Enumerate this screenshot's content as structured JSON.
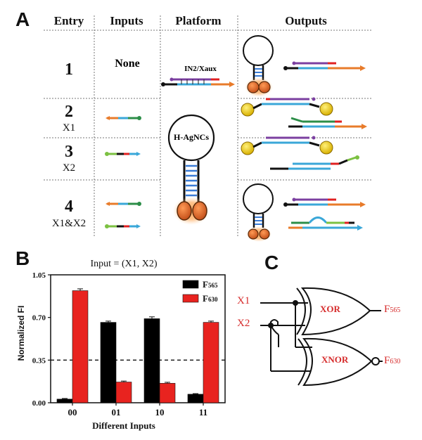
{
  "panel_a": {
    "letter": "A",
    "headers": [
      "Entry",
      "Inputs",
      "Platform",
      "Outputs"
    ],
    "entries": [
      {
        "num": "1",
        "sub": "",
        "inputs_text": "None"
      },
      {
        "num": "2",
        "sub": "X1",
        "inputs_text": ""
      },
      {
        "num": "3",
        "sub": "X2",
        "inputs_text": ""
      },
      {
        "num": "4",
        "sub": "X1&X2",
        "inputs_text": ""
      }
    ],
    "platform_label_top": "IN2/Xaux",
    "platform_label_bottom": "H-AgNCs"
  },
  "panel_b": {
    "letter": "B"
  },
  "chart_data": {
    "type": "bar",
    "title": "Input = (X1, X2)",
    "xlabel": "Different Inputs",
    "ylabel": "Normalized FI",
    "categories": [
      "00",
      "01",
      "10",
      "11"
    ],
    "series": [
      {
        "name": "F565",
        "name_base": "F",
        "name_sub": "565",
        "color": "#000000",
        "values": [
          0.03,
          0.66,
          0.69,
          0.07
        ]
      },
      {
        "name": "F630",
        "name_base": "F",
        "name_sub": "630",
        "color": "#e8231f",
        "values": [
          0.92,
          0.17,
          0.16,
          0.66
        ]
      }
    ],
    "errors": [
      [
        0.005,
        0.01,
        0.015,
        0.005
      ],
      [
        0.015,
        0.008,
        0.008,
        0.01
      ]
    ],
    "ylim": [
      0,
      1.05
    ],
    "yticks": [
      "0.00",
      "0.35",
      "0.70",
      "1.05"
    ],
    "threshold": 0.35,
    "legend_position": "top-right"
  },
  "panel_c": {
    "letter": "C",
    "input1": "X1",
    "input2": "X2",
    "gate1": "XOR",
    "gate2": "XNOR",
    "out1_base": "F",
    "out1_sub": "565",
    "out2_base": "F",
    "out2_sub": "630",
    "label_color": "#d62b2b"
  }
}
